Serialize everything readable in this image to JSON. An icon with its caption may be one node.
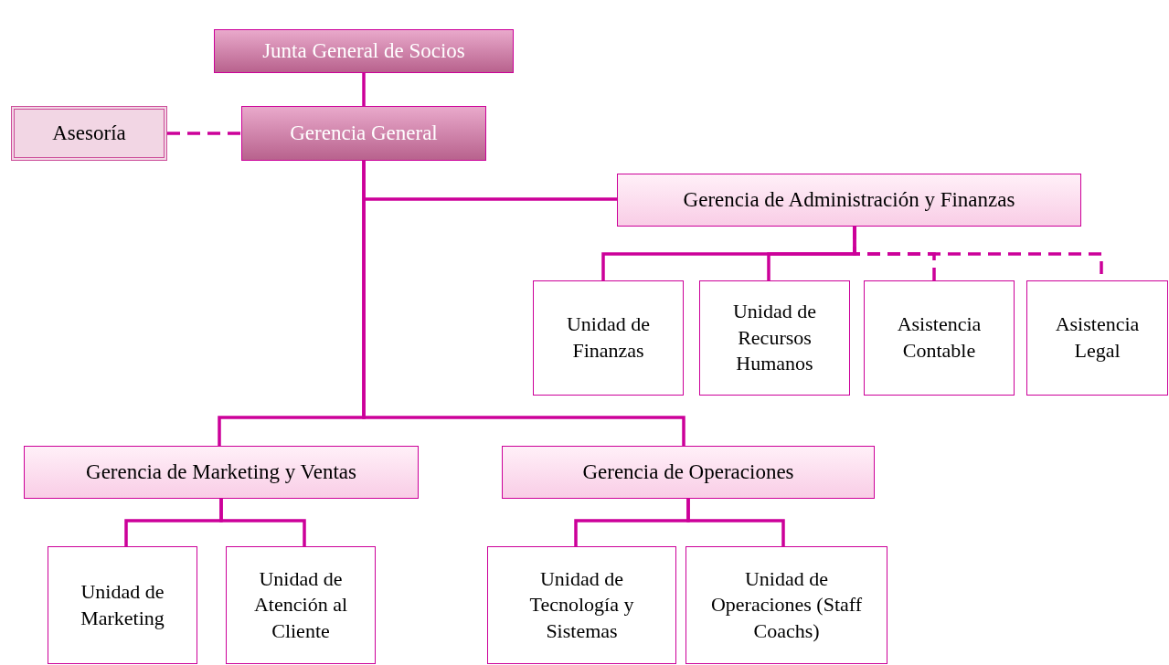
{
  "diagram": {
    "nodes": [
      {
        "text": [
          "Junta General de Socios"
        ]
      },
      {
        "text": [
          "Asesoría"
        ]
      },
      {
        "text": [
          "Gerencia General"
        ]
      },
      {
        "text": [
          "Gerencia de Administración y Finanzas"
        ]
      },
      {
        "text": [
          "Unidad de Finanzas"
        ]
      },
      {
        "text": [
          "Unidad de Recursos Humanos"
        ]
      },
      {
        "text": [
          "Asistencia Contable"
        ]
      },
      {
        "text": [
          "Asistencia Legal"
        ]
      },
      {
        "text": [
          "Gerencia de Marketing y Ventas"
        ]
      },
      {
        "text": [
          "Gerencia de Operaciones"
        ]
      },
      {
        "text": [
          "Unidad de Marketing"
        ]
      },
      {
        "text": [
          "Unidad de Atención al Cliente"
        ]
      },
      {
        "text": [
          "Unidad de Tecnología y Sistemas"
        ]
      },
      {
        "text": [
          "Unidad de Operaciones (Staff Coachs)"
        ]
      }
    ],
    "edges": [
      {
        "from": 0,
        "to": 2,
        "arrow": "none"
      },
      {
        "from": 1,
        "to": 2,
        "arrow": "none",
        "style": "dashed"
      },
      {
        "from": 2,
        "to": 3,
        "arrow": "none"
      },
      {
        "from": 3,
        "to": 4,
        "arrow": "none"
      },
      {
        "from": 3,
        "to": 5,
        "arrow": "none"
      },
      {
        "from": 3,
        "to": 6,
        "arrow": "none",
        "style": "dashed"
      },
      {
        "from": 3,
        "to": 7,
        "arrow": "none",
        "style": "dashed"
      },
      {
        "from": 2,
        "to": 8,
        "arrow": "none"
      },
      {
        "from": 2,
        "to": 9,
        "arrow": "none"
      },
      {
        "from": 8,
        "to": 10,
        "arrow": "none"
      },
      {
        "from": 8,
        "to": 11,
        "arrow": "none"
      },
      {
        "from": 9,
        "to": 12,
        "arrow": "none"
      },
      {
        "from": 9,
        "to": 13,
        "arrow": "none"
      }
    ]
  }
}
